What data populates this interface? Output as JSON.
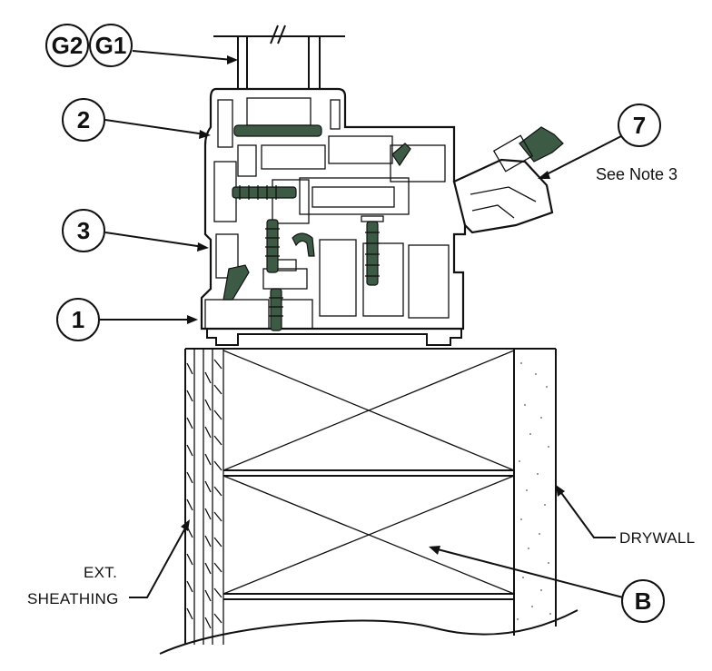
{
  "callouts": {
    "g2": "G2",
    "g1": "G1",
    "c2": "2",
    "c3": "3",
    "c1": "1",
    "c7": "7",
    "b": "B"
  },
  "notes": {
    "see_note": "See Note 3"
  },
  "labels": {
    "drywall": "DRYWALL",
    "ext_line1": "EXT.",
    "ext_line2": "SHEATHING"
  },
  "colors": {
    "line": "#111111",
    "glazing_tape": "#3d5a45",
    "screw": "#3d5a45"
  }
}
